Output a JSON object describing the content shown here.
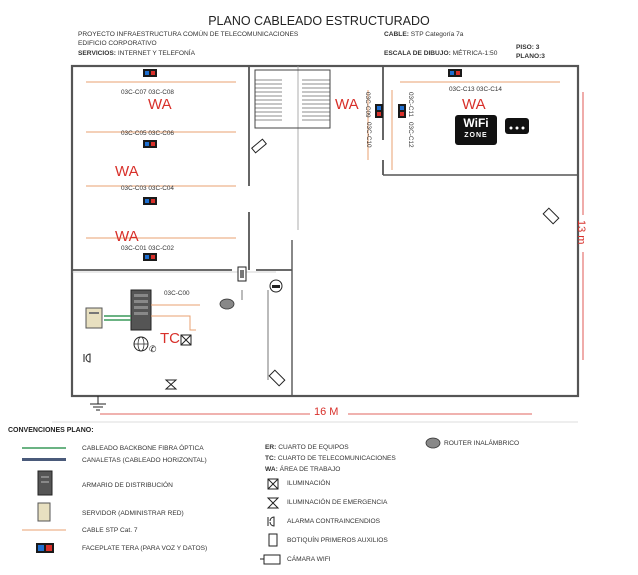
{
  "title": "PLANO CABLEADO ESTRUCTURADO",
  "header": {
    "project": "PROYECTO INFRAESTRUCTURA COMÚN DE TELECOMUNICACIONES",
    "building": "EDIFICIO CORPORATIVO",
    "services_label": "SERVICIOS:",
    "services_value": "INTERNET Y TELEFONÍA",
    "cable_label": "CABLE:",
    "cable_value": "STP Categoría 7a",
    "scale_label": "ESCALA DE DIBUJO:",
    "scale_value": "MÉTRICA-1:50",
    "floor": "PISO: 3",
    "plan": "PLANO:3"
  },
  "plan": {
    "wa_label": "WA",
    "tc_label": "TC",
    "width_dim": "16 M",
    "height_dim": "13 m",
    "wifi_sign_top": "WiFi",
    "wifi_sign_bottom": "ZONE",
    "outlets": {
      "c07_c08": "03C-C07   03C-C08",
      "c05_c06": "03C-C05   03C-C06",
      "c03_c04": "03C-C03   03C-C04",
      "c01_c02": "03C-C01   03C-C02",
      "c00": "03C-C00",
      "c13_c14": "03C-C13   03C-C14",
      "c09": "03C-C09",
      "c10": "03C-C10",
      "c11": "03C-C11",
      "c12": "03C-C12"
    }
  },
  "conventions": {
    "title": "CONVENCIONES PLANO:",
    "left": [
      "CABLEADO BACKBONE FIBRA ÓPTICA",
      "CANALETAS (CABLEADO HORIZONTAL)",
      "ARMARIO DE DISTRIBUCIÓN",
      "SERVIDOR (ADMINISTRAR RED)",
      "CABLE STP Cat. 7",
      "FACEPLATE TERA (PARA VOZ Y DATOS)"
    ],
    "er_label": "ER:",
    "er_value": "CUARTO DE EQUIPOS",
    "tc_label": "TC:",
    "tc_value": "CUARTO DE TELECOMUNICACIONES",
    "wa_label": "WA:",
    "wa_value": "ÁREA DE TRABAJO",
    "router": "ROUTER INALÁMBRICO",
    "right": [
      "ILUMINACIÓN",
      "ILUMINACIÓN DE EMERGENCIA",
      "ALARMA CONTRAINCENDIOS",
      "BOTIQUÍN PRIMEROS AUXILIOS",
      "CÁMARA WIFI"
    ]
  },
  "colors": {
    "wall": "#555555",
    "accent_red": "#d8302a",
    "cable_orange": "#e8a070",
    "fiber_green": "#3a9a5a",
    "faceplate_blue": "#1f6fd0"
  }
}
